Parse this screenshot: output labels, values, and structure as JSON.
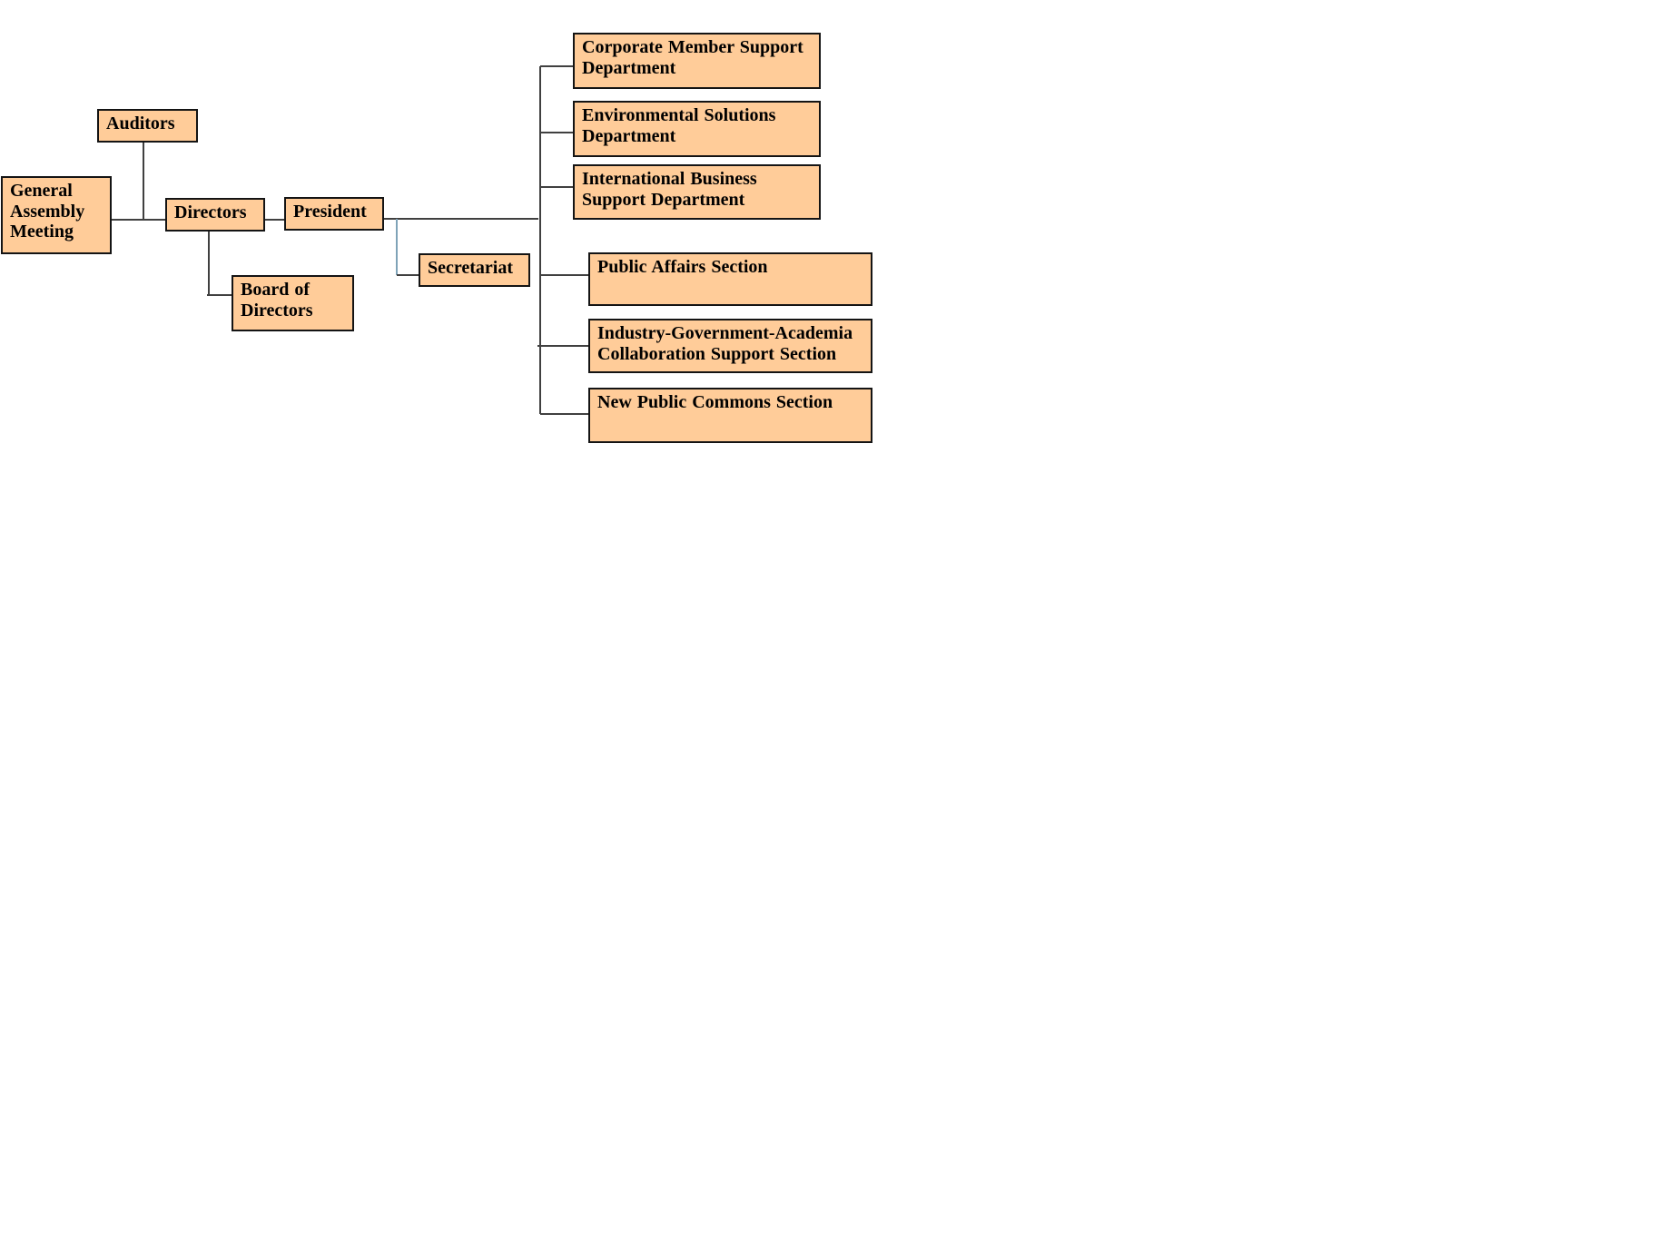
{
  "org_chart": {
    "root": "General\nAssembly\nMeeting",
    "auditors": "Auditors",
    "directors": "Directors",
    "board": "Board of\nDirectors",
    "president": "President",
    "secretariat": "Secretariat",
    "departments": [
      "Corporate Member Support\nDepartment",
      "Environmental Solutions\nDepartment",
      "International    Business\nSupport    Department"
    ],
    "sections": [
      "Public    Affairs    Section",
      "Industry-Government-Academia\nCollaboration Support Section",
      "New Public Commons Section"
    ]
  }
}
